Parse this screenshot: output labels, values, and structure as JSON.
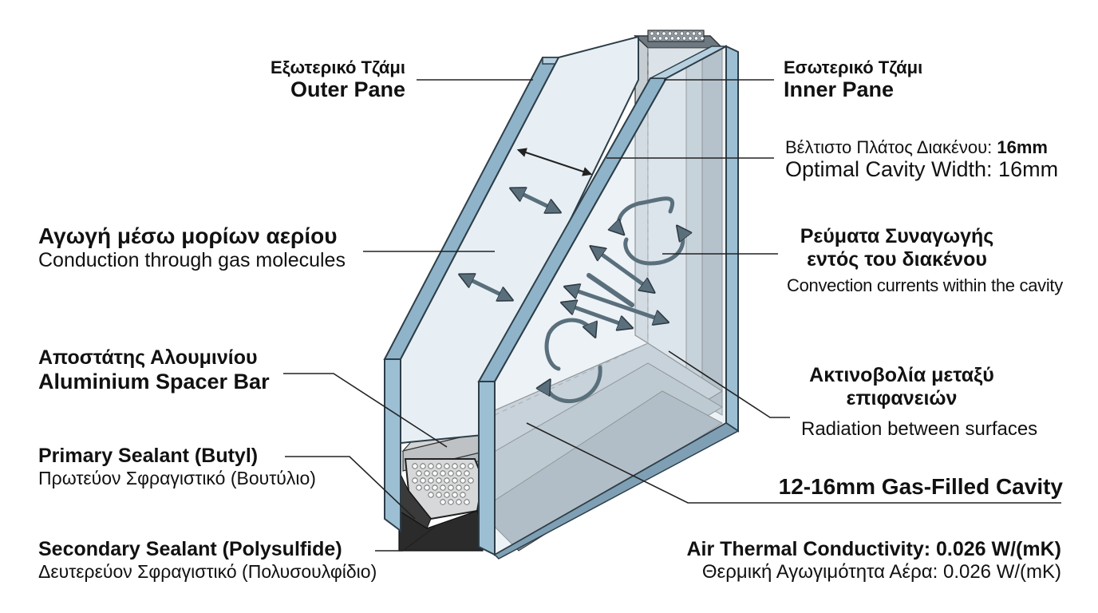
{
  "labels": {
    "outer_pane": {
      "gr": "Εξωτερικό Τζάμι",
      "en": "Outer Pane"
    },
    "inner_pane": {
      "gr": "Εσωτερικό Τζάμι",
      "en": "Inner Pane"
    },
    "cavity_width": {
      "gr_prefix": "Βέλτιστο Πλάτος Διακένου: ",
      "gr_value": "16mm",
      "en": "Optimal Cavity Width: 16mm"
    },
    "conduction": {
      "gr": "Αγωγή μέσω μορίων αερίου",
      "en": "Conduction through gas molecules"
    },
    "convection": {
      "gr_line1": "Ρεύματα Συναγωγής",
      "gr_line2": "εντός του διακένου",
      "en": "Convection currents within the cavity"
    },
    "spacer": {
      "gr": "Αποστάτης Αλουμινίου",
      "en": "Aluminium Spacer Bar"
    },
    "radiation": {
      "gr_line1": "Ακτινοβολία μεταξύ",
      "gr_line2": "επιφανειών",
      "en": "Radiation between surfaces"
    },
    "primary_sealant": {
      "en": "Primary Sealant (Butyl)",
      "gr": "Πρωτεύον Σφραγιστικό (Βουτύλιο)"
    },
    "gas_cavity": {
      "en": "12-16mm Gas-Filled Cavity"
    },
    "secondary_sealant": {
      "en": "Secondary Sealant (Polysulfide)",
      "gr": "Δευτερεύον Σφραγιστικό (Πολυσουλφίδιο)"
    },
    "conductivity": {
      "en": "Air Thermal Conductivity: 0.026 W/(mK)",
      "gr": "Θερμική Αγωγιμότητα Αέρα: 0.026 W/(mK)"
    }
  },
  "colors": {
    "glass_face": "#e6eef4",
    "glass_edge": "#9fbfd3",
    "glass_edge_dark": "#6f93ab",
    "frame_gray": "#9aa7b0",
    "frame_dark": "#5f6c75",
    "spacer": "#c9cbcc",
    "sealant_dark": "#2a2a2a",
    "arrow": "#5a6f7c"
  }
}
